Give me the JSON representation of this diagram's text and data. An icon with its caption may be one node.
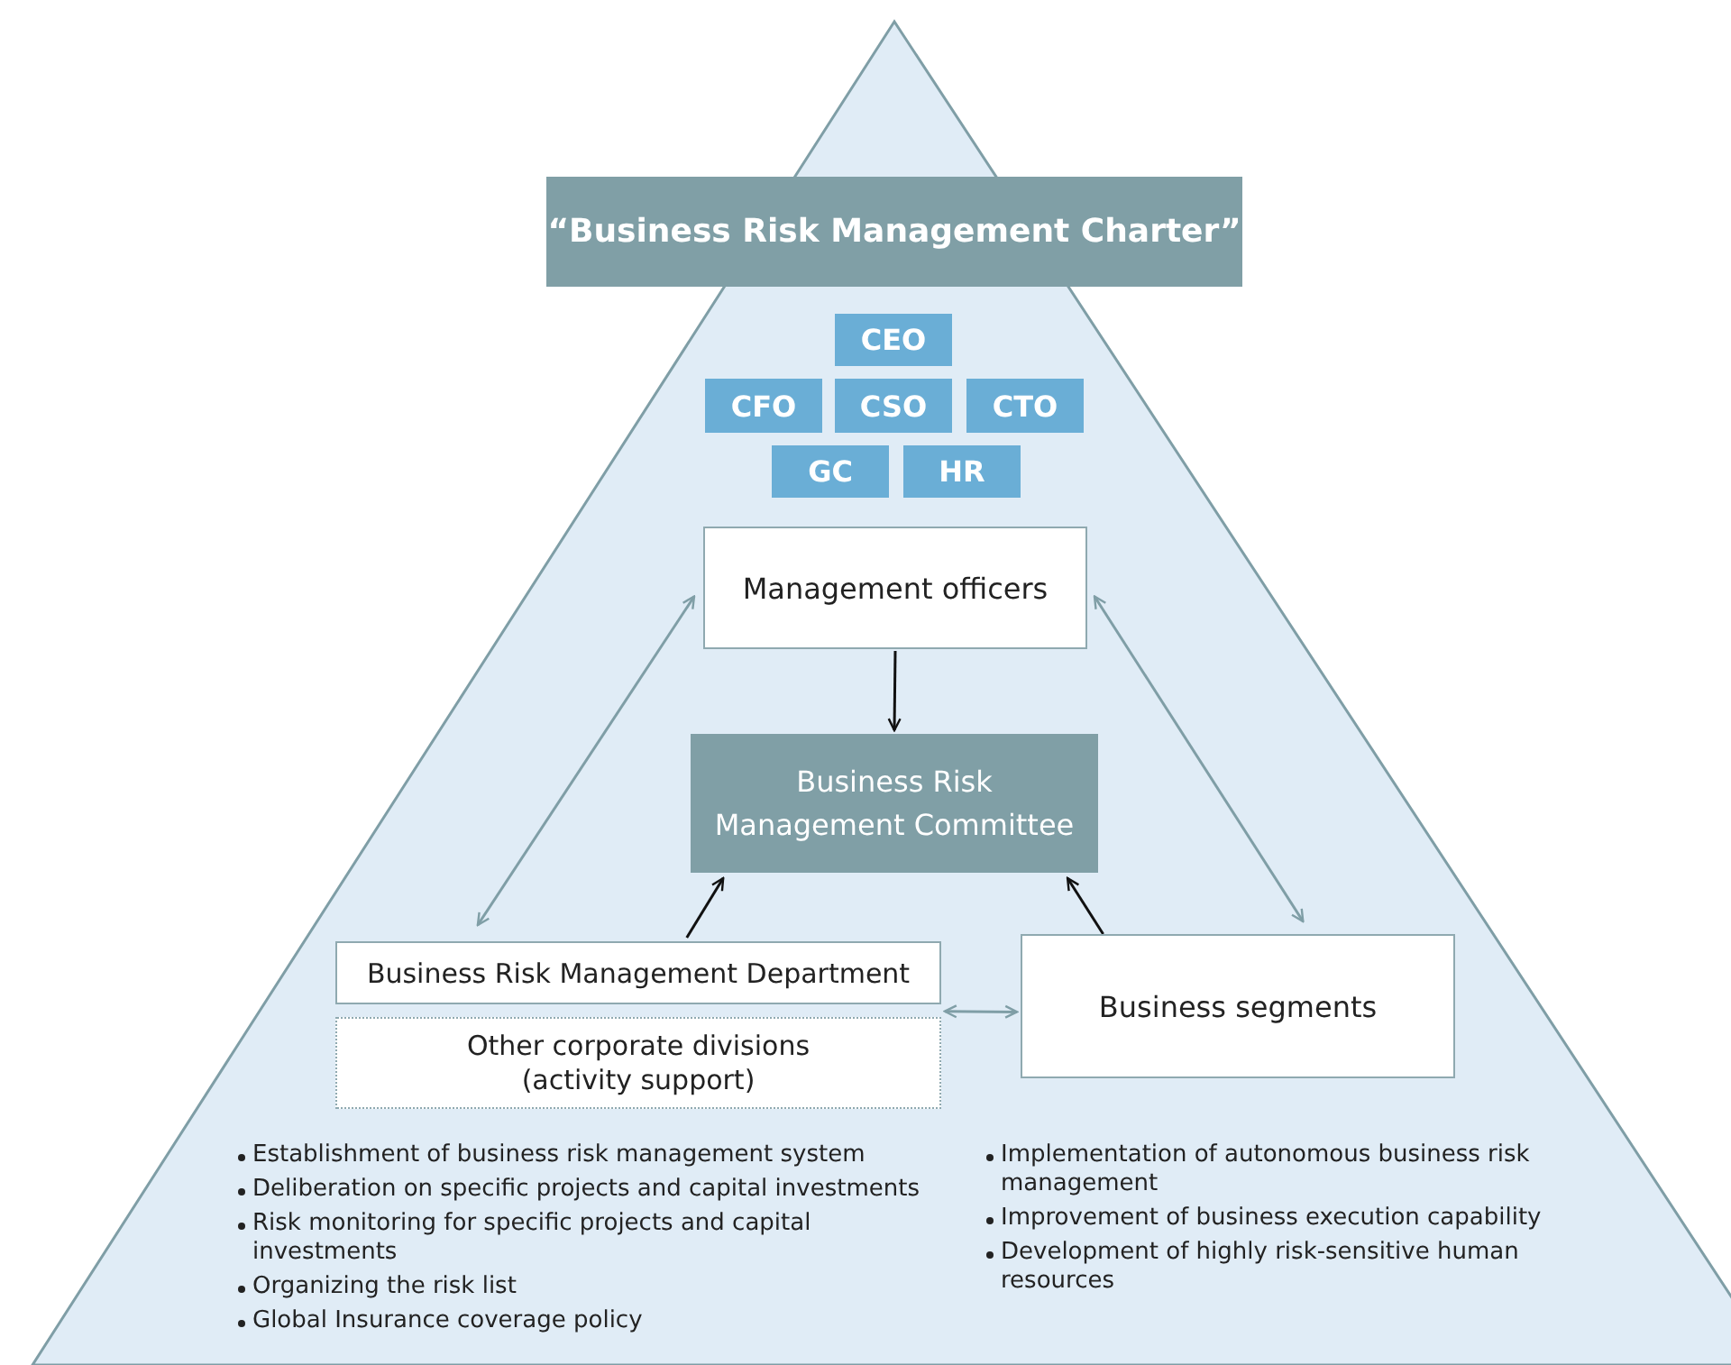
{
  "diagram": {
    "nodes": [
      {
        "text": [
          "“Business Risk Management Charter”"
        ]
      },
      {
        "text": [
          "CEO"
        ]
      },
      {
        "text": [
          "CFO"
        ]
      },
      {
        "text": [
          "CSO"
        ]
      },
      {
        "text": [
          "CTO"
        ]
      },
      {
        "text": [
          "GC"
        ]
      },
      {
        "text": [
          "HR"
        ]
      },
      {
        "text": [
          "Management officers"
        ]
      },
      {
        "text": [
          "Business Risk Management Committee"
        ]
      },
      {
        "text": [
          "Business Risk Management Department"
        ]
      },
      {
        "text": [
          "Other corporate divisions (activity support)"
        ]
      },
      {
        "text": [
          "Business segments"
        ]
      }
    ],
    "edges": [
      {
        "from": 7,
        "to": 8,
        "arrow": "to"
      },
      {
        "from": 9,
        "to": 8,
        "arrow": "to"
      },
      {
        "from": 11,
        "to": 8,
        "arrow": "to"
      },
      {
        "from": 9,
        "to": 7,
        "arrow": "both",
        "color": "#7f9ea6"
      },
      {
        "from": 11,
        "to": 7,
        "arrow": "both",
        "color": "#7f9ea6"
      },
      {
        "from": 9,
        "to": 11,
        "arrow": "both",
        "color": "#7f9ea6"
      }
    ],
    "labels": [
      "Establishment of business risk management system",
      "Deliberation on specific projects and capital investments",
      "Risk monitoring for specific projects and capital investments",
      "Organizing the risk list",
      "Global Insurance coverage policy",
      "Implementation of autonomous business risk management",
      "Improvement of business execution capability",
      "Development of highly risk-sensitive human resources"
    ]
  }
}
